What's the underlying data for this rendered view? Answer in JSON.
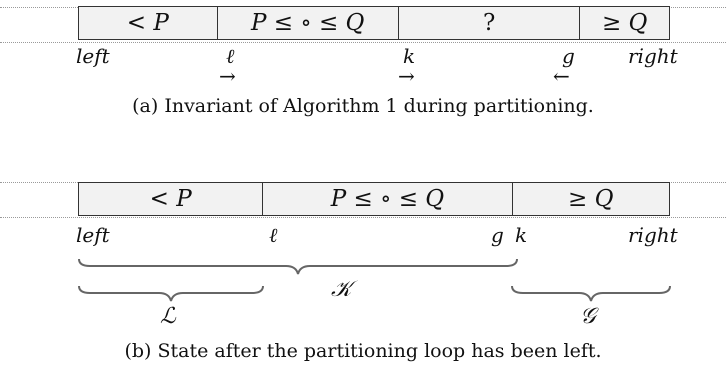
{
  "diagram_a": {
    "segments": [
      "< P",
      "P ≤ ∘ ≤ Q",
      "?",
      "≥ Q"
    ],
    "labels": {
      "left": "left",
      "l": "ℓ",
      "k": "k",
      "g": "g",
      "right": "right"
    },
    "arrows": {
      "l": "→",
      "k": "→",
      "g": "←"
    },
    "caption": "(a) Invariant of Algorithm 1 during partitioning."
  },
  "diagram_b": {
    "segments": [
      "< P",
      "P ≤ ∘ ≤ Q",
      "≥ Q"
    ],
    "labels": {
      "left": "left",
      "l": "ℓ",
      "g": "g",
      "k": "k",
      "right": "right"
    },
    "braces": {
      "L": "ℒ",
      "K": "𝒦",
      "G": "𝒢"
    },
    "caption": "(b) State after the partitioning loop has been left."
  }
}
